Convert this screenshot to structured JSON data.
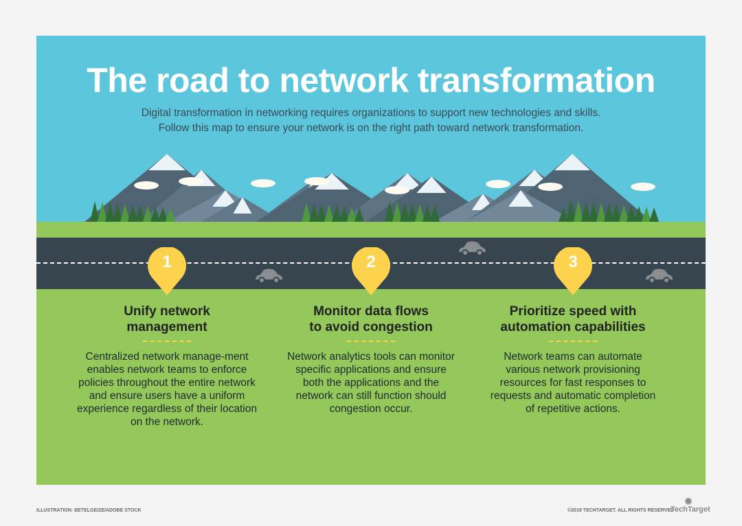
{
  "title": "The road to network transformation",
  "subtitle": [
    "Digital transformation in networking requires organizations to support new technologies and skills.",
    "Follow this map to ensure your network is on the right path toward network transformation."
  ],
  "steps": [
    {
      "number": "1",
      "heading": [
        "Unify network",
        "management"
      ],
      "body": "Centralized network manage-ment enables network teams to enforce policies throughout the entire network and ensure users have a uniform experience regardless of their location on the network."
    },
    {
      "number": "2",
      "heading": [
        "Monitor data flows",
        "to avoid congestion"
      ],
      "body": "Network analytics tools can monitor specific applications and ensure both the applications and the network can still function should congestion occur."
    },
    {
      "number": "3",
      "heading": [
        "Prioritize speed with",
        "automation capabilities"
      ],
      "body": "Network teams can automate various network provisioning resources for fast responses to requests and automatic completion of repetitive actions."
    }
  ],
  "footer": {
    "credit": "ILLUSTRATION: BETELGEIZE/ADOBE STOCK",
    "copyright": "©2019 TECHTARGET. ALL RIGHTS RESERVED",
    "logo": "TechTarget"
  },
  "colors": {
    "sky": "#5bc6dc",
    "grass": "#94c85a",
    "road": "#37454f",
    "pin": "#fdd24c"
  }
}
